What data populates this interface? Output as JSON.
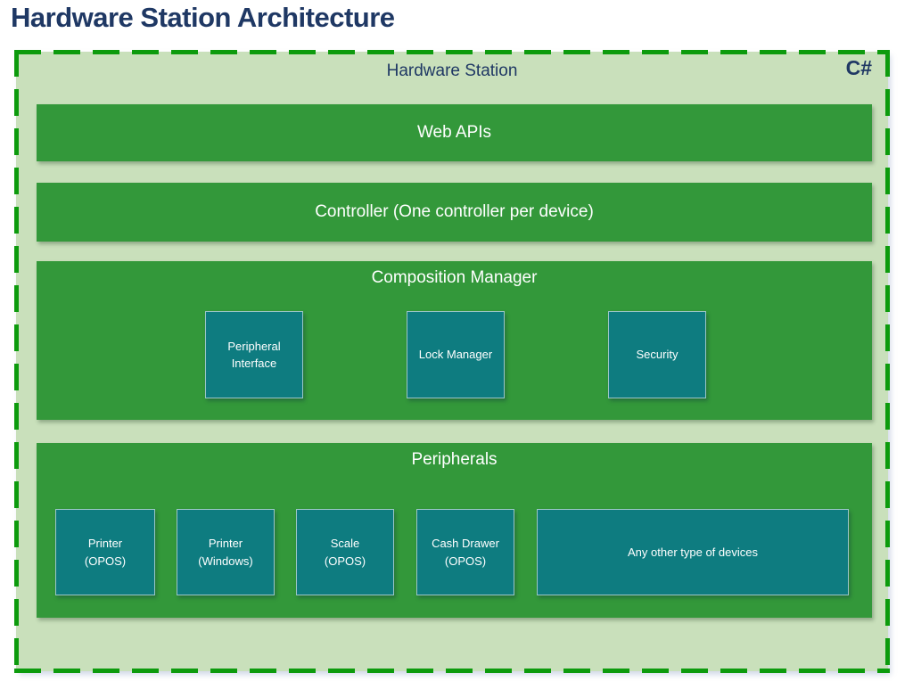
{
  "title": "Hardware Station Architecture",
  "station": {
    "label": "Hardware Station",
    "tag": "C#"
  },
  "layers": {
    "web_apis": {
      "label": "Web APIs"
    },
    "controller": {
      "label": "Controller (One controller per device)"
    },
    "composition": {
      "label": "Composition Manager",
      "modules": [
        {
          "label": "Peripheral\nInterface"
        },
        {
          "label": "Lock Manager"
        },
        {
          "label": "Security"
        }
      ]
    },
    "peripherals": {
      "label": "Peripherals",
      "devices": [
        {
          "label": "Printer\n(OPOS)"
        },
        {
          "label": "Printer\n(Windows)"
        },
        {
          "label": "Scale\n(OPOS)"
        },
        {
          "label": "Cash Drawer\n(OPOS)"
        },
        {
          "label": "Any other type of devices"
        }
      ]
    }
  },
  "colors": {
    "background_light_green": "#c9e0bb",
    "dashed_border_green": "#0d9b0d",
    "layer_green": "#33983a",
    "module_teal": "#0e7c80",
    "heading_navy": "#1f3864",
    "layer_text_white": "#ffffff"
  }
}
